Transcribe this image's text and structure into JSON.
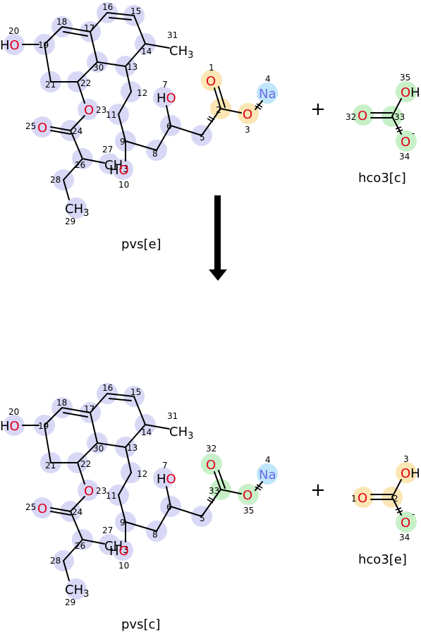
{
  "colors": {
    "carbon_highlight": "#d8d8f6",
    "group_a_highlight": "#fbe6b4",
    "group_b_highlight": "#c8f0c8",
    "sodium_highlight": "#bfe6fa",
    "oxygen": "#e0001a",
    "sodium": "#6a6ae8"
  },
  "reaction": {
    "top": {
      "molecule_label": "pvs[e]",
      "ion_label": "hco3[c]",
      "plus": "+",
      "atoms": {
        "o_hydroxyl": "HO",
        "o_hydroxyl_num": "20",
        "c19": "19",
        "c18": "18",
        "c17": "17",
        "c16": "16",
        "c15": "15",
        "c14": "14",
        "ch3_31": "CH",
        "ch3_31_sub": "3",
        "c31_num": "31",
        "c13": "13",
        "c30": "30",
        "c22": "22",
        "c21": "21",
        "o23": "O",
        "o23_num": "23",
        "o25": "O",
        "o25_num": "25",
        "c24": "24",
        "c26": "26",
        "c27_num": "27",
        "ch3_27": "CH",
        "ch3_27_sub": "3",
        "c28": "28",
        "ch3_29": "CH",
        "ch3_29_sub": "3",
        "c29_num": "29",
        "c12": "12",
        "c11": "11",
        "c9": "9",
        "c8": "8",
        "o10": "HO",
        "o10_num": "10",
        "o7": "HO",
        "o7_num": "7",
        "c6": "6",
        "c5": "5",
        "o_carbonyl": "O",
        "o_carbonyl_num": "1",
        "c_carboxyl_num": "2",
        "o_ester": "O",
        "o_ester_num": "3",
        "na": "Na",
        "na_num": "4",
        "ion_oh": "OH",
        "ion_oh_num": "35",
        "ion_o_double": "O",
        "ion_o_double_num": "32",
        "ion_c_num": "33",
        "ion_o_minus": "O",
        "ion_o_minus_num": "34",
        "ion_charge": "-"
      }
    },
    "bottom": {
      "molecule_label": "pvs[c]",
      "ion_label": "hco3[e]",
      "plus": "+",
      "atoms": {
        "o_hydroxyl": "HO",
        "o_hydroxyl_num": "20",
        "c19": "19",
        "c18": "18",
        "c17": "17",
        "c16": "16",
        "c15": "15",
        "c14": "14",
        "ch3_31": "CH",
        "ch3_31_sub": "3",
        "c31_num": "31",
        "c13": "13",
        "c30": "30",
        "c22": "22",
        "c21": "21",
        "o23": "O",
        "o23_num": "23",
        "o25": "O",
        "o25_num": "25",
        "c24": "24",
        "c26": "26",
        "c27_num": "27",
        "ch3_27": "CH",
        "ch3_27_sub": "3",
        "c28": "28",
        "ch3_29": "CH",
        "ch3_29_sub": "3",
        "c29_num": "29",
        "c12": "12",
        "c11": "11",
        "c9": "9",
        "c8": "8",
        "o10": "HO",
        "o10_num": "10",
        "o7": "HO",
        "o7_num": "7",
        "c6": "6",
        "c5": "5",
        "o_carbonyl": "O",
        "o_carbonyl_num": "32",
        "c_carboxyl_num": "33",
        "o_ester": "O",
        "o_ester_num": "35",
        "na": "Na",
        "na_num": "4",
        "ion_oh": "OH",
        "ion_oh_num": "3",
        "ion_o_double": "O",
        "ion_o_double_num": "1",
        "ion_c_num": "2",
        "ion_o_minus": "O",
        "ion_o_minus_num": "34",
        "ion_charge": "-"
      }
    }
  }
}
